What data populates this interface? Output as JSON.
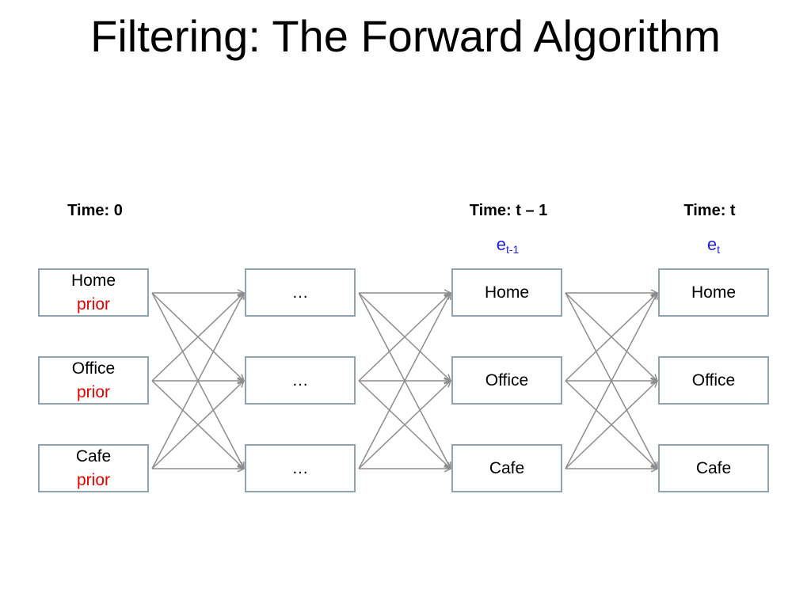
{
  "title": "Filtering: The Forward Algorithm",
  "time_labels": {
    "t0": "Time: 0",
    "tminus1": "Time: t – 1",
    "t": "Time: t"
  },
  "evidence": {
    "tminus1": {
      "base": "e",
      "sub": "t-1"
    },
    "t": {
      "base": "e",
      "sub": "t"
    }
  },
  "columns": [
    {
      "nodes": [
        {
          "label": "Home",
          "sub": "prior"
        },
        {
          "label": "Office",
          "sub": "prior"
        },
        {
          "label": "Cafe",
          "sub": "prior"
        }
      ]
    },
    {
      "nodes": [
        {
          "label": "…"
        },
        {
          "label": "…"
        },
        {
          "label": "…"
        }
      ]
    },
    {
      "nodes": [
        {
          "label": "Home"
        },
        {
          "label": "Office"
        },
        {
          "label": "Cafe"
        }
      ]
    },
    {
      "nodes": [
        {
          "label": "Home"
        },
        {
          "label": "Office"
        },
        {
          "label": "Cafe"
        }
      ]
    }
  ],
  "colors": {
    "edge": "#8c8c8c",
    "node_border": "#8fa3b0",
    "prior_text": "#e00000",
    "evidence_text": "#1f1fd6"
  }
}
